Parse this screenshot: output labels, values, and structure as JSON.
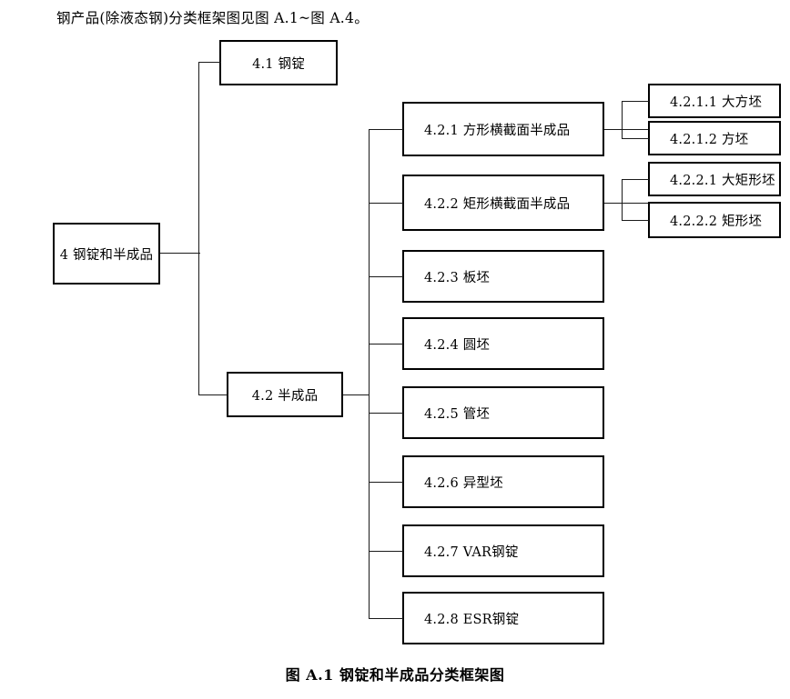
{
  "document": {
    "intro_text": "钢产品(除液态钢)分类框架图见图 A.1~图 A.4。",
    "caption": "图 A.1    钢锭和半成品分类框架图"
  },
  "diagram": {
    "root": {
      "label": "4  钢锭和半成品"
    },
    "level1": [
      {
        "label": "4.1  钢锭"
      },
      {
        "label": "4.2  半成品"
      }
    ],
    "level2": [
      {
        "label": "4.2.1  方形横截面半成品"
      },
      {
        "label": "4.2.2  矩形横截面半成品"
      },
      {
        "label": "4.2.3  板坯"
      },
      {
        "label": "4.2.4  圆坯"
      },
      {
        "label": "4.2.5  管坯"
      },
      {
        "label": "4.2.6  异型坯"
      },
      {
        "label": "4.2.7  VAR钢锭"
      },
      {
        "label": "4.2.8  ESR钢锭"
      }
    ],
    "level3": [
      {
        "label": "4.2.1.1  大方坯"
      },
      {
        "label": "4.2.1.2  方坯"
      },
      {
        "label": "4.2.2.1  大矩形坯"
      },
      {
        "label": "4.2.2.2  矩形坯"
      }
    ],
    "colors": {
      "line": "#1a1a1a",
      "box_border": "#000000",
      "background": "#ffffff",
      "text": "#000000"
    }
  }
}
